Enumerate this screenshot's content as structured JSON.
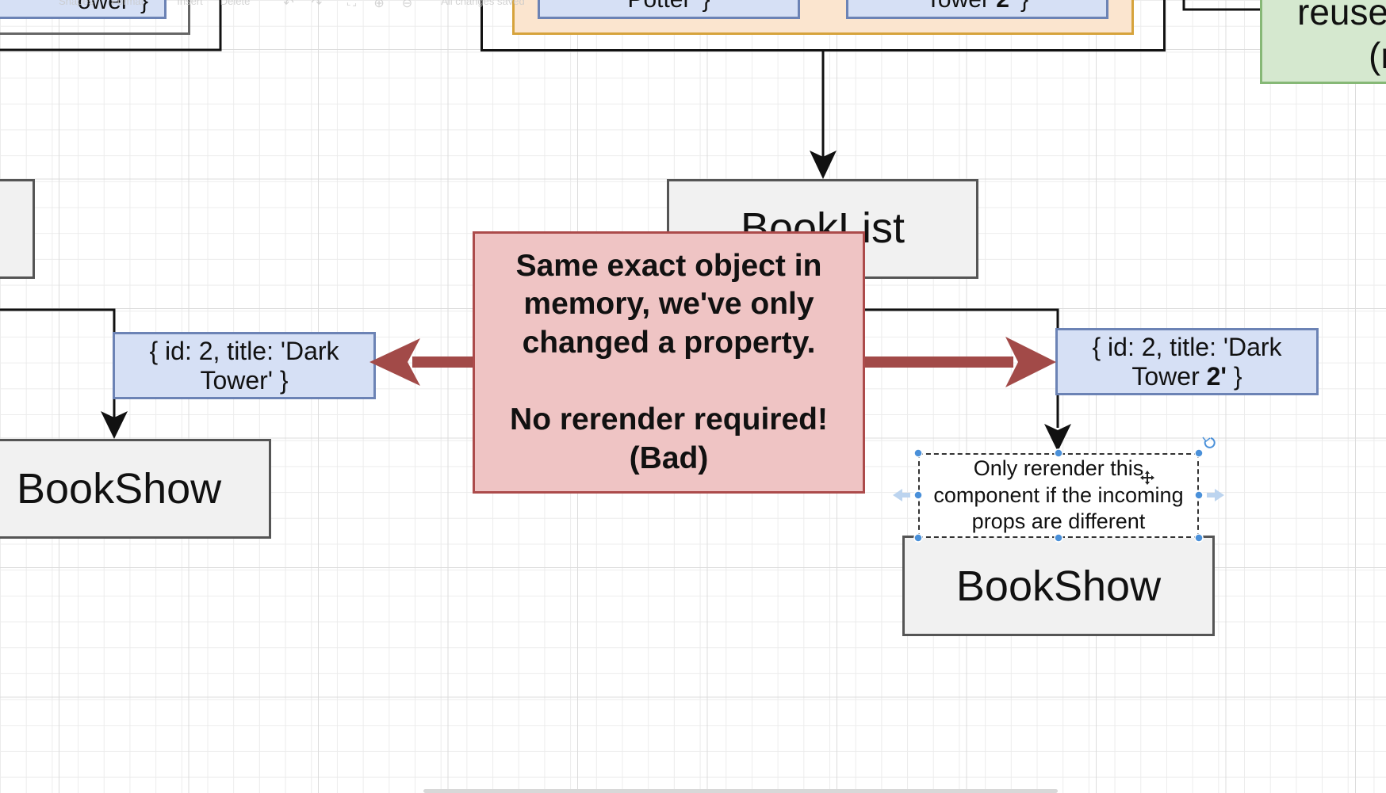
{
  "toolbar": {
    "shapes": "Shapes",
    "format": "Format",
    "insert": "Insert",
    "delete": "Delete",
    "status": "All changes saved"
  },
  "nodes": {
    "top_left_prop_partial": "ower' }",
    "top_prop_left_partial": "Potter' }",
    "top_prop_right_partial_prefix": "Tower ",
    "top_prop_right_partial_bold": "2",
    "top_prop_right_partial_suffix": "' }",
    "green_partial_line1": "reuse",
    "green_partial_line2": "(r",
    "booklist": "BookList",
    "left_prop": "{ id: 2, title: 'Dark Tower' }",
    "left_bookshow": "BookShow",
    "right_prop_prefix": "{ id: 2, title: 'Dark Tower ",
    "right_prop_bold": "2'",
    "right_prop_suffix": " }",
    "right_bookshow": "BookShow",
    "callout_line1": "Same exact object in memory, we've only changed a property.",
    "callout_line2": "No rerender required! (Bad)",
    "note": "Only rerender this component if the incoming props are different"
  },
  "colors": {
    "component_fill": "#f1f1f1",
    "prop_fill": "#d6e0f5",
    "prop_border": "#6c83b5",
    "callout_fill": "#efc4c4",
    "callout_border": "#ac4b4b",
    "arrow_red": "#a24a48",
    "orange_fill": "#fbe5cf",
    "green_fill": "#d5e8cf",
    "selection_blue": "#4a90d9"
  }
}
